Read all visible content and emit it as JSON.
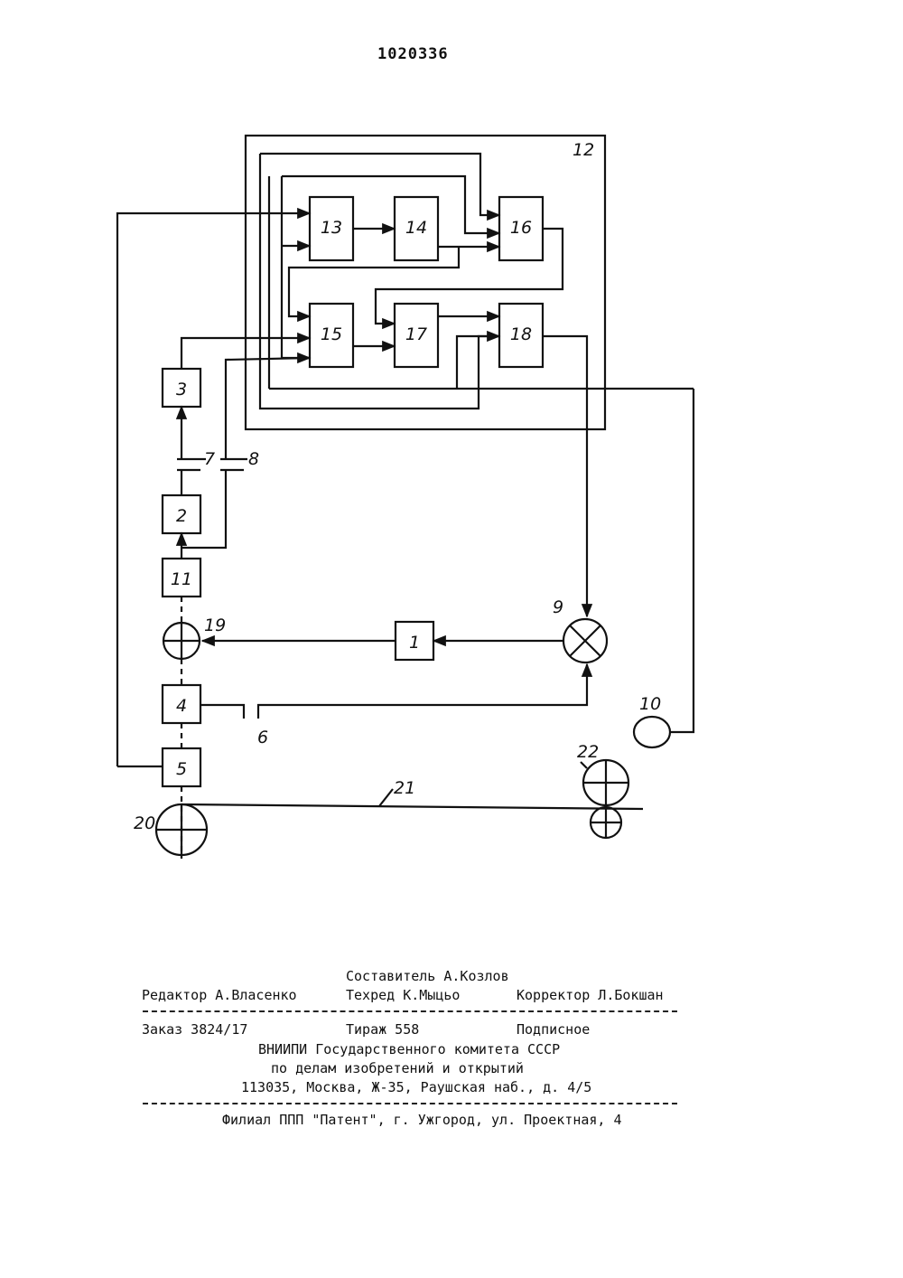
{
  "patent_number": "1020336",
  "diagram": {
    "blocks": [
      "1",
      "2",
      "3",
      "4",
      "5",
      "11",
      "13",
      "14",
      "15",
      "16",
      "17",
      "18"
    ],
    "labels": {
      "b6": "6",
      "b7": "7",
      "b8": "8",
      "b9": "9",
      "b10": "10",
      "b12": "12",
      "b19": "19",
      "b20": "20",
      "b21": "21",
      "b22": "22"
    }
  },
  "imprint": {
    "compiler": "Составитель А.Козлов",
    "editor": "Редактор А.Власенко",
    "techred": "Техред К.Мыцьо",
    "corrector": "Корректор Л.Бокшан",
    "order": "Заказ 3824/17",
    "circulation": "Тираж 558",
    "subscription": "Подписное",
    "org_line1": "ВНИИПИ Государственного комитета СССР",
    "org_line2": "по делам изобретений и открытий",
    "address": "113035, Москва, Ж-35, Раушская наб., д. 4/5",
    "branch": "Филиал ППП \"Патент\", г. Ужгород, ул. Проектная, 4"
  }
}
